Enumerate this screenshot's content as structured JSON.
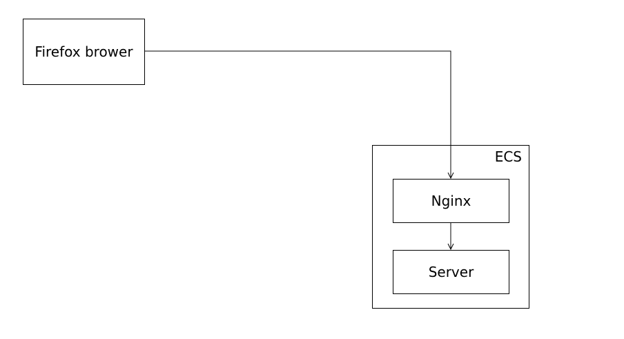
{
  "nodes": {
    "browser": {
      "label": "Firefox brower"
    },
    "ecs": {
      "label": "ECS"
    },
    "nginx": {
      "label": "Nginx"
    },
    "server": {
      "label": "Server"
    }
  },
  "edges": [
    {
      "from": "browser",
      "to": "nginx"
    },
    {
      "from": "nginx",
      "to": "server"
    }
  ]
}
